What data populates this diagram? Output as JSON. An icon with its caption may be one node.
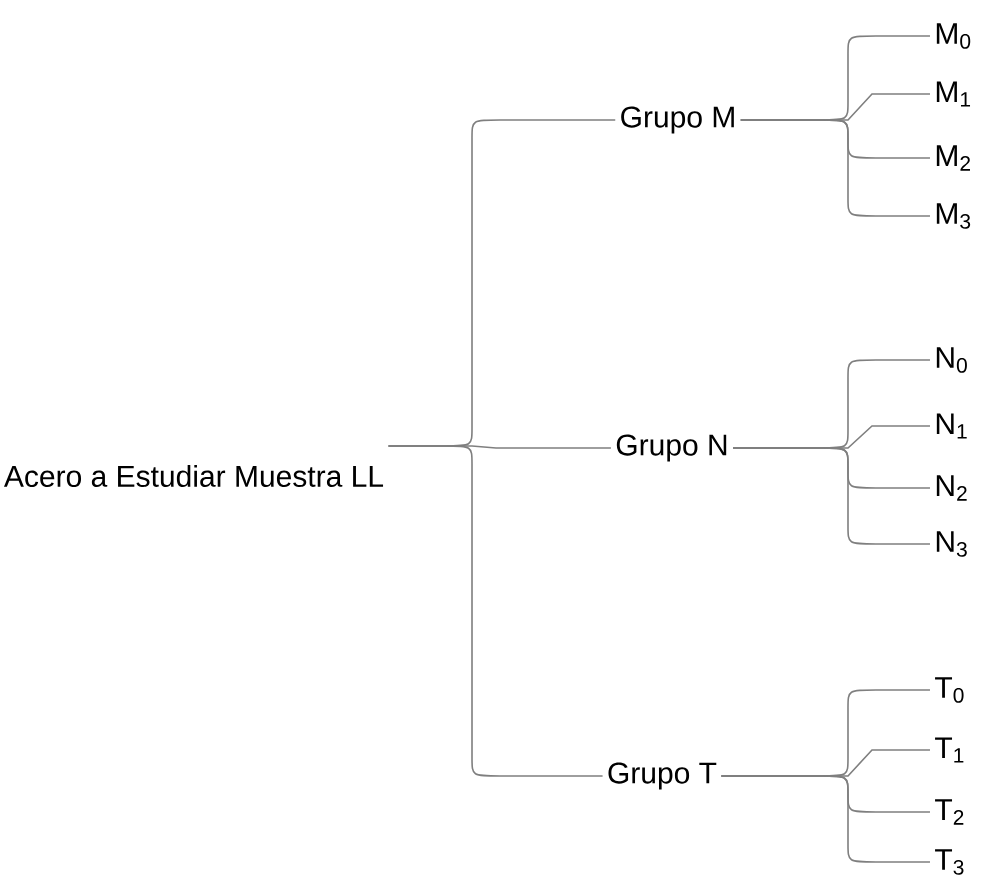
{
  "diagram": {
    "nodes": [
      {
        "text": [
          "Acero a Estudiar Muestra LL"
        ]
      },
      {
        "text": [
          "Grupo M"
        ]
      },
      {
        "text": [
          "M$_{0}$"
        ]
      },
      {
        "text": [
          "M$_{1}$"
        ]
      },
      {
        "text": [
          "M$_{2}$"
        ]
      },
      {
        "text": [
          "M$_{3}$"
        ]
      },
      {
        "text": [
          "Grupo N"
        ]
      },
      {
        "text": [
          "N$_{0}$"
        ]
      },
      {
        "text": [
          "N$_{1}$"
        ]
      },
      {
        "text": [
          "N$_{2}$"
        ]
      },
      {
        "text": [
          "N$_{3}$"
        ]
      },
      {
        "text": [
          "Grupo T"
        ]
      },
      {
        "text": [
          "T$_{0}$"
        ]
      },
      {
        "text": [
          "T$_{1}$"
        ]
      },
      {
        "text": [
          "T$_{2}$"
        ]
      },
      {
        "text": [
          "T$_{3}$"
        ]
      }
    ],
    "edges": [
      {
        "from": 0,
        "to": 1,
        "arrow": "none"
      },
      {
        "from": 0,
        "to": 6,
        "arrow": "none"
      },
      {
        "from": 0,
        "to": 11,
        "arrow": "none"
      },
      {
        "from": 1,
        "to": 2,
        "arrow": "none"
      },
      {
        "from": 1,
        "to": 3,
        "arrow": "none"
      },
      {
        "from": 1,
        "to": 4,
        "arrow": "none"
      },
      {
        "from": 1,
        "to": 5,
        "arrow": "none"
      },
      {
        "from": 6,
        "to": 7,
        "arrow": "none"
      },
      {
        "from": 6,
        "to": 8,
        "arrow": "none"
      },
      {
        "from": 6,
        "to": 9,
        "arrow": "none"
      },
      {
        "from": 6,
        "to": 10,
        "arrow": "none"
      },
      {
        "from": 11,
        "to": 12,
        "arrow": "none"
      },
      {
        "from": 11,
        "to": 13,
        "arrow": "none"
      },
      {
        "from": 11,
        "to": 14,
        "arrow": "none"
      },
      {
        "from": 11,
        "to": 15,
        "arrow": "none"
      }
    ]
  }
}
